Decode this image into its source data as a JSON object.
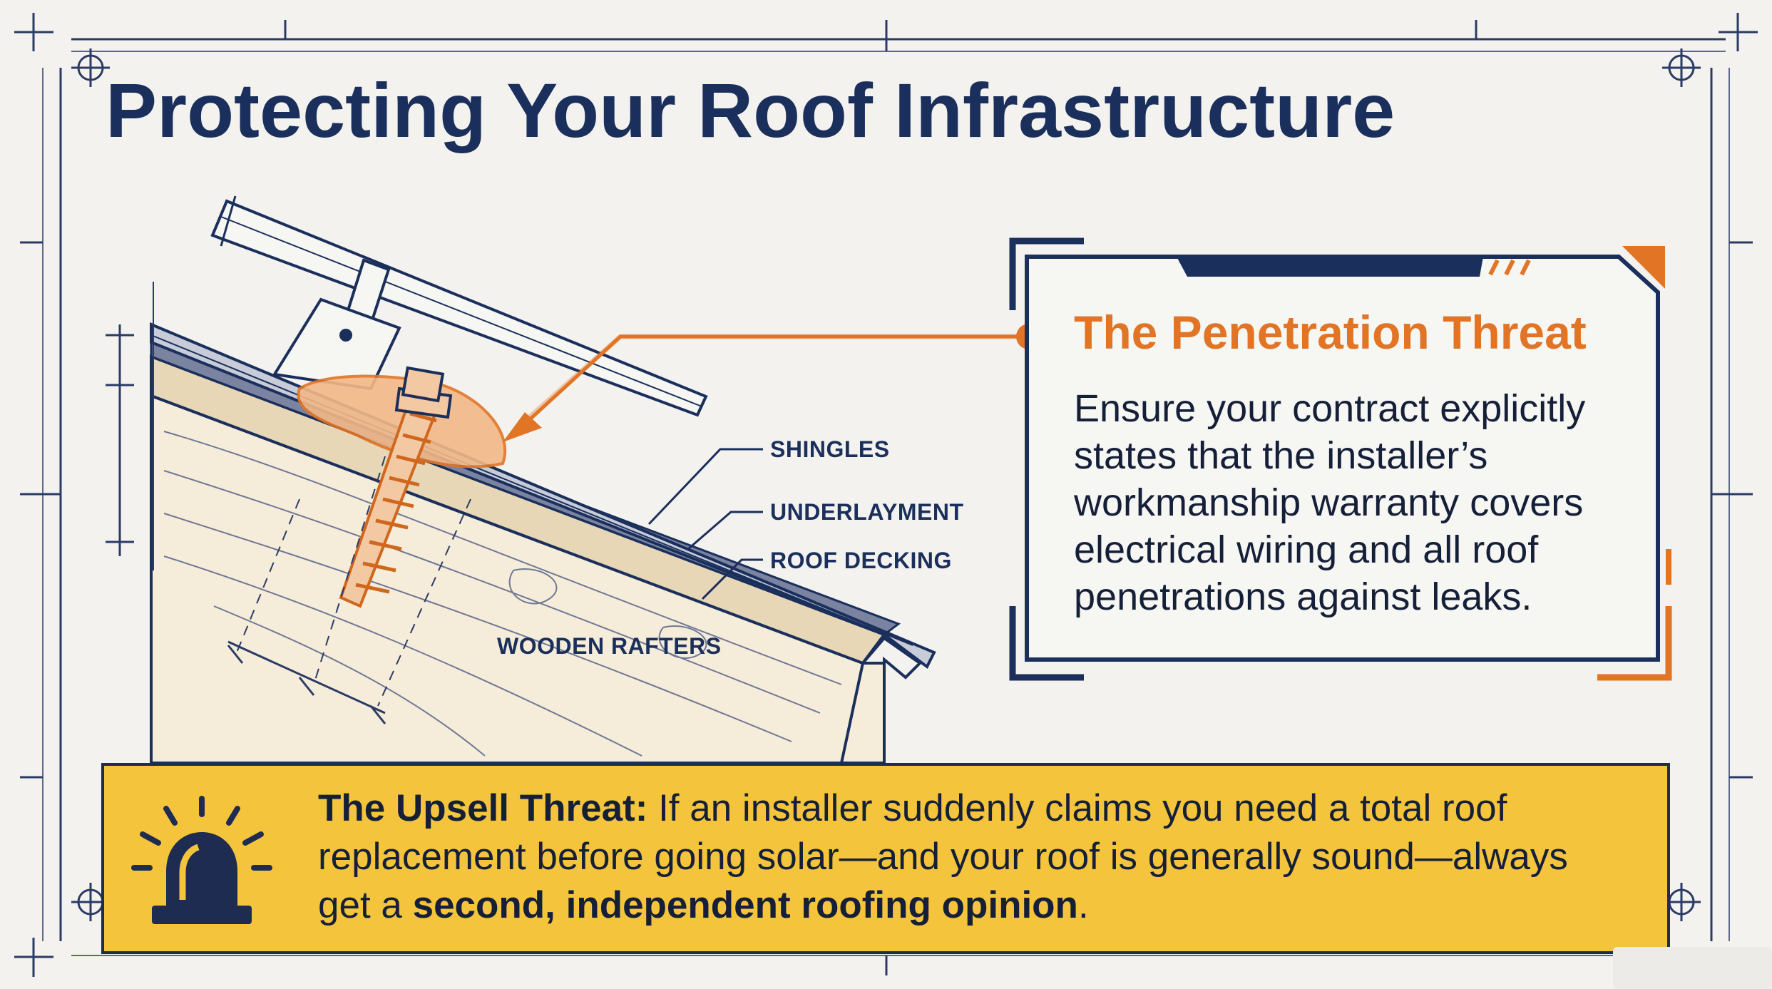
{
  "title": "Protecting Your Roof Infrastructure",
  "diagram_labels": {
    "shingles": "SHINGLES",
    "underlayment": "UNDERLAYMENT",
    "roof_decking": "ROOF DECKING",
    "wooden_rafters": "WOODEN RAFTERS"
  },
  "callout": {
    "heading": "The Penetration Threat",
    "body": "Ensure your contract explicitly states that the installer’s workmanship warranty covers electrical wiring and all roof penetrations against leaks."
  },
  "upsell": {
    "lead": "The Upsell Threat:",
    "text": " If an installer suddenly claims you need a total roof replacement before going solar—and your roof is generally sound—always get a ",
    "emphasis": "second, independent roofing opinion",
    "end": "."
  },
  "colors": {
    "background": "#f3f2ee",
    "navy": "#1b2f5c",
    "orange": "#e27426",
    "yellow": "#f3c43c",
    "wood": "#f5ecd9"
  },
  "icons": [
    "crosshair-icon",
    "alarm-light-icon",
    "lag-bolt-icon"
  ]
}
